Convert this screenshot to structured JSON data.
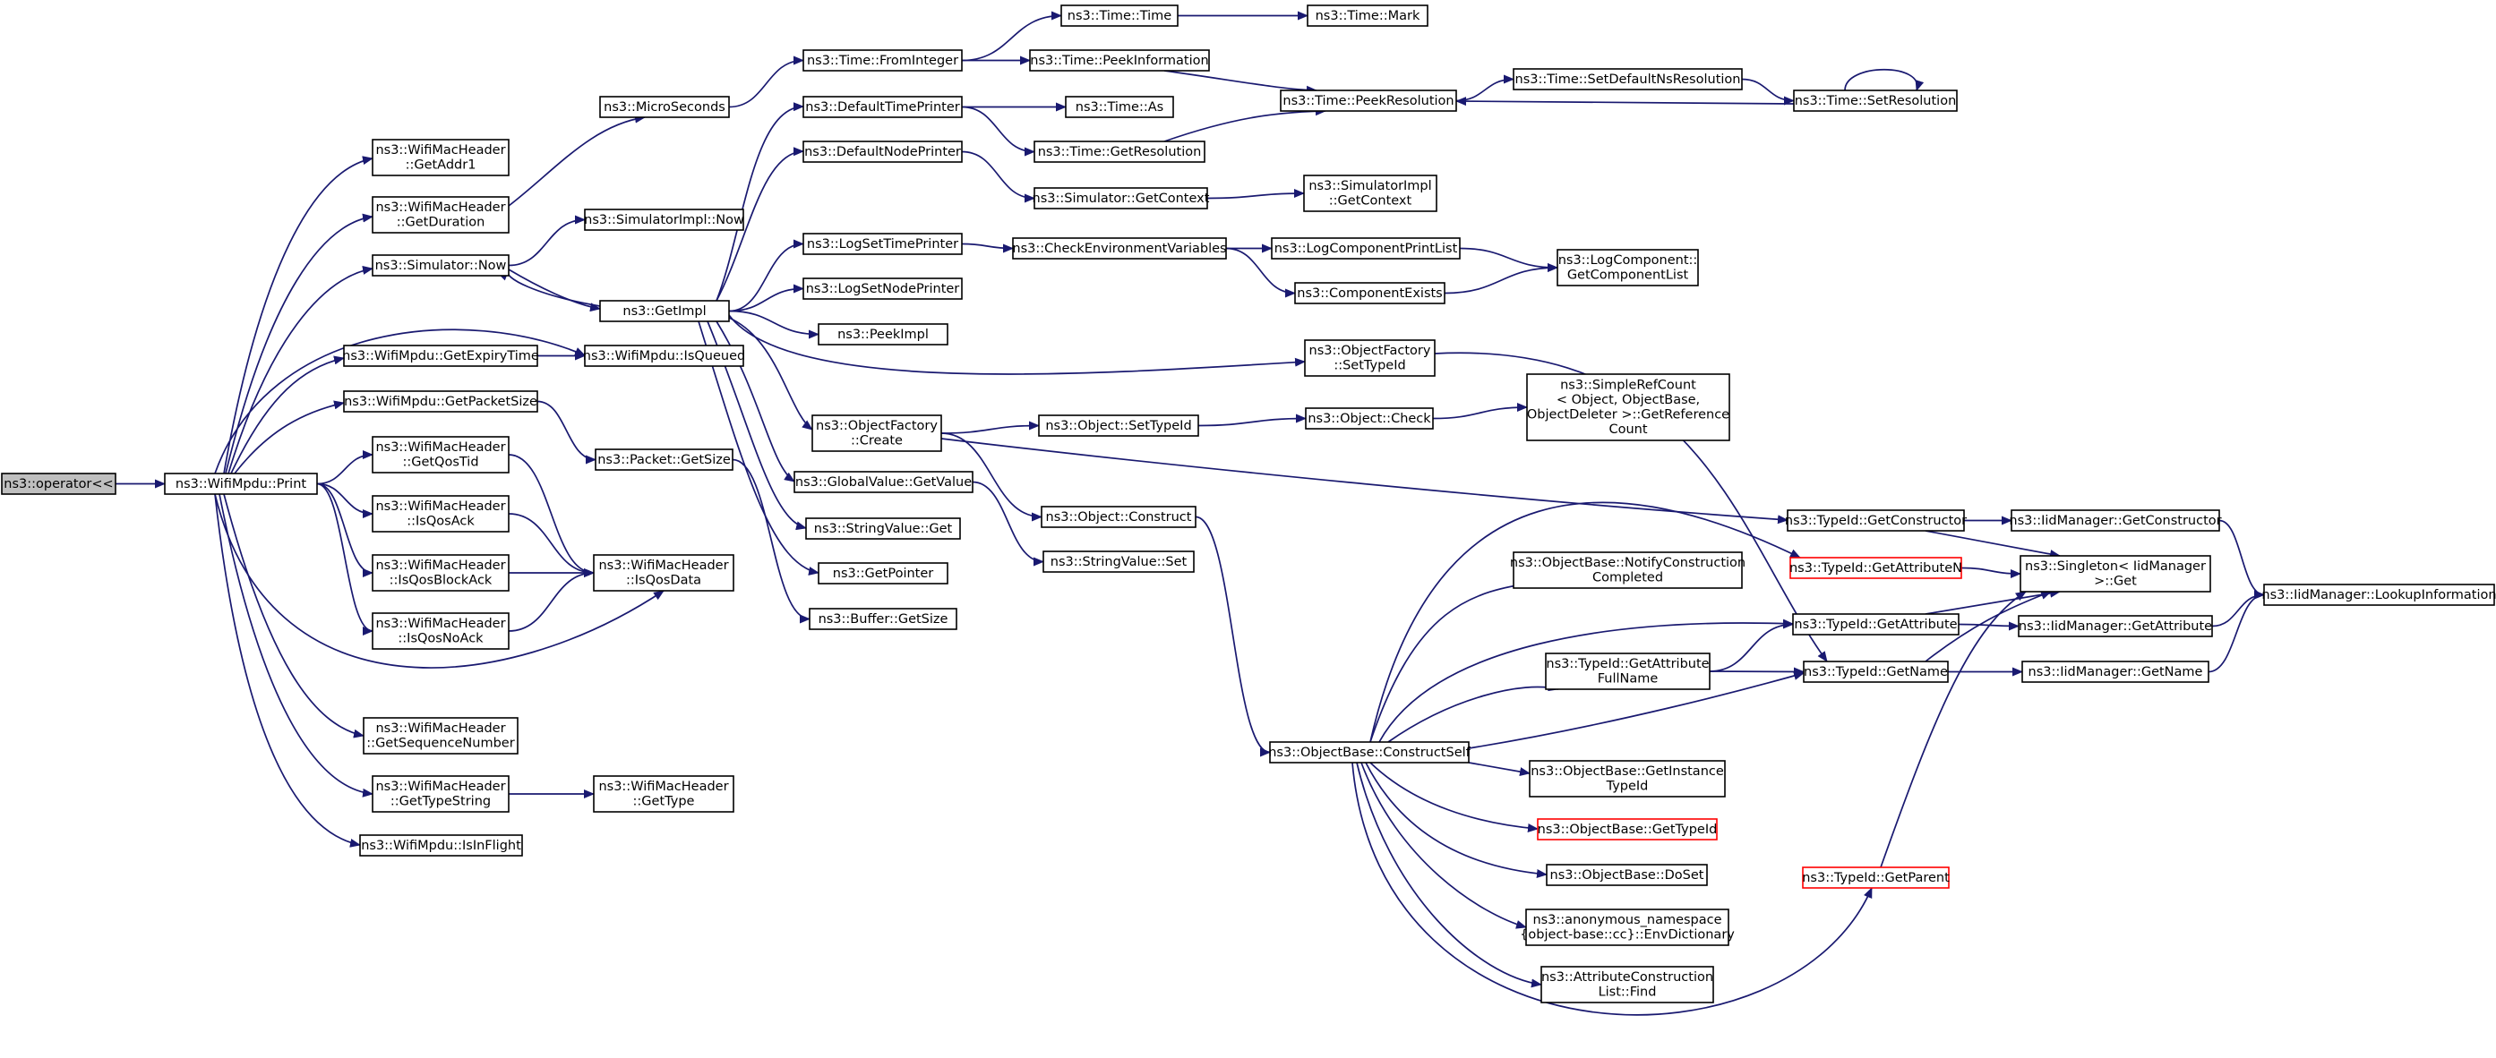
{
  "colors": {
    "edge": "#191970",
    "root_fill": "#bfbfbf",
    "red_border": "#ff0000"
  },
  "nodes": [
    {
      "id": "op",
      "lines": [
        "ns3::operator<<"
      ],
      "style": "root"
    },
    {
      "id": "print",
      "lines": [
        "ns3::WifiMpdu::Print"
      ]
    },
    {
      "id": "getaddr1",
      "lines": [
        "ns3::WifiMacHeader",
        "::GetAddr1"
      ]
    },
    {
      "id": "getdur",
      "lines": [
        "ns3::WifiMacHeader",
        "::GetDuration"
      ]
    },
    {
      "id": "simnow",
      "lines": [
        "ns3::Simulator::Now"
      ]
    },
    {
      "id": "expiry",
      "lines": [
        "ns3::WifiMpdu::GetExpiryTime"
      ]
    },
    {
      "id": "pktsize",
      "lines": [
        "ns3::WifiMpdu::GetPacketSize"
      ]
    },
    {
      "id": "qostid",
      "lines": [
        "ns3::WifiMacHeader",
        "::GetQosTid"
      ]
    },
    {
      "id": "isqosack",
      "lines": [
        "ns3::WifiMacHeader",
        "::IsQosAck"
      ]
    },
    {
      "id": "isqosblock",
      "lines": [
        "ns3::WifiMacHeader",
        "::IsQosBlockAck"
      ]
    },
    {
      "id": "isqosnoack",
      "lines": [
        "ns3::WifiMacHeader",
        "::IsQosNoAck"
      ]
    },
    {
      "id": "seqnum",
      "lines": [
        "ns3::WifiMacHeader",
        "::GetSequenceNumber"
      ]
    },
    {
      "id": "typestr",
      "lines": [
        "ns3::WifiMacHeader",
        "::GetTypeString"
      ]
    },
    {
      "id": "inflight",
      "lines": [
        "ns3::WifiMpdu::IsInFlight"
      ]
    },
    {
      "id": "micro",
      "lines": [
        "ns3::MicroSeconds"
      ]
    },
    {
      "id": "simimplnow",
      "lines": [
        "ns3::SimulatorImpl::Now"
      ]
    },
    {
      "id": "getimpl",
      "lines": [
        "ns3::GetImpl"
      ]
    },
    {
      "id": "isqueued",
      "lines": [
        "ns3::WifiMpdu::IsQueued"
      ]
    },
    {
      "id": "pktgetsize",
      "lines": [
        "ns3::Packet::GetSize"
      ]
    },
    {
      "id": "isqosdata",
      "lines": [
        "ns3::WifiMacHeader",
        "::IsQosData"
      ]
    },
    {
      "id": "gettype",
      "lines": [
        "ns3::WifiMacHeader",
        "::GetType"
      ]
    },
    {
      "id": "frominteger",
      "lines": [
        "ns3::Time::FromInteger"
      ]
    },
    {
      "id": "deftimeprinter",
      "lines": [
        "ns3::DefaultTimePrinter"
      ]
    },
    {
      "id": "defnodeprinter",
      "lines": [
        "ns3::DefaultNodePrinter"
      ]
    },
    {
      "id": "logsettime",
      "lines": [
        "ns3::LogSetTimePrinter"
      ]
    },
    {
      "id": "logsetnode",
      "lines": [
        "ns3::LogSetNodePrinter"
      ]
    },
    {
      "id": "peekimpl",
      "lines": [
        "ns3::PeekImpl"
      ]
    },
    {
      "id": "ofcreate",
      "lines": [
        "ns3::ObjectFactory",
        "::Create"
      ]
    },
    {
      "id": "gvgetvalue",
      "lines": [
        "ns3::GlobalValue::GetValue"
      ]
    },
    {
      "id": "strvalget",
      "lines": [
        "ns3::StringValue::Get"
      ]
    },
    {
      "id": "getpointer",
      "lines": [
        "ns3::GetPointer"
      ]
    },
    {
      "id": "buffersize",
      "lines": [
        "ns3::Buffer::GetSize"
      ]
    },
    {
      "id": "timetime",
      "lines": [
        "ns3::Time::Time"
      ]
    },
    {
      "id": "peekinfo",
      "lines": [
        "ns3::Time::PeekInformation"
      ]
    },
    {
      "id": "timeas",
      "lines": [
        "ns3::Time::As"
      ]
    },
    {
      "id": "getres",
      "lines": [
        "ns3::Time::GetResolution"
      ]
    },
    {
      "id": "simgetctx",
      "lines": [
        "ns3::Simulator::GetContext"
      ]
    },
    {
      "id": "checkenv",
      "lines": [
        "ns3::CheckEnvironmentVariables"
      ]
    },
    {
      "id": "objsettypeid",
      "lines": [
        "ns3::Object::SetTypeId"
      ]
    },
    {
      "id": "objconstruct",
      "lines": [
        "ns3::Object::Construct"
      ]
    },
    {
      "id": "strvalset",
      "lines": [
        "ns3::StringValue::Set"
      ]
    },
    {
      "id": "timemark",
      "lines": [
        "ns3::Time::Mark"
      ]
    },
    {
      "id": "peekres",
      "lines": [
        "ns3::Time::PeekResolution"
      ]
    },
    {
      "id": "simimplctx",
      "lines": [
        "ns3::SimulatorImpl",
        "::GetContext"
      ]
    },
    {
      "id": "logcompprint",
      "lines": [
        "ns3::LogComponentPrintList"
      ]
    },
    {
      "id": "compexists",
      "lines": [
        "ns3::ComponentExists"
      ]
    },
    {
      "id": "ofsettypeid",
      "lines": [
        "ns3::ObjectFactory",
        "::SetTypeId"
      ]
    },
    {
      "id": "objcheck",
      "lines": [
        "ns3::Object::Check"
      ]
    },
    {
      "id": "objbaseconstruct",
      "lines": [
        "ns3::ObjectBase::ConstructSelf"
      ]
    },
    {
      "id": "setdefns",
      "lines": [
        "ns3::Time::SetDefaultNsResolution"
      ]
    },
    {
      "id": "logcomplist",
      "lines": [
        "ns3::LogComponent::",
        "GetComponentList"
      ]
    },
    {
      "id": "refcount",
      "lines": [
        "ns3::SimpleRefCount",
        "< Object, ObjectBase,",
        "ObjectDeleter >::GetReference",
        "Count"
      ]
    },
    {
      "id": "notifycc",
      "lines": [
        "ns3::ObjectBase::NotifyConstruction",
        "Completed"
      ]
    },
    {
      "id": "attrfull",
      "lines": [
        "ns3::TypeId::GetAttribute",
        "FullName"
      ]
    },
    {
      "id": "getinsttypeid",
      "lines": [
        "ns3::ObjectBase::GetInstance",
        "TypeId"
      ]
    },
    {
      "id": "obgettypeid",
      "lines": [
        "ns3::ObjectBase::GetTypeId"
      ],
      "style": "red"
    },
    {
      "id": "doset",
      "lines": [
        "ns3::ObjectBase::DoSet"
      ]
    },
    {
      "id": "envdict",
      "lines": [
        "ns3::anonymous_namespace",
        "{object-base::cc}::EnvDictionary"
      ]
    },
    {
      "id": "attrconsfind",
      "lines": [
        "ns3::AttributeConstruction",
        "List::Find"
      ]
    },
    {
      "id": "setres",
      "lines": [
        "ns3::Time::SetResolution"
      ]
    },
    {
      "id": "tidgetctor",
      "lines": [
        "ns3::TypeId::GetConstructor"
      ]
    },
    {
      "id": "tidgetattrn",
      "lines": [
        "ns3::TypeId::GetAttributeN"
      ],
      "style": "red"
    },
    {
      "id": "tidgetattr",
      "lines": [
        "ns3::TypeId::GetAttribute"
      ]
    },
    {
      "id": "tidgetname",
      "lines": [
        "ns3::TypeId::GetName"
      ]
    },
    {
      "id": "tidgetparent",
      "lines": [
        "ns3::TypeId::GetParent"
      ],
      "style": "red"
    },
    {
      "id": "iidgetctor",
      "lines": [
        "ns3::IidManager::GetConstructor"
      ]
    },
    {
      "id": "singleton",
      "lines": [
        "ns3::Singleton< IidManager",
        ">::Get"
      ]
    },
    {
      "id": "iidgetattr",
      "lines": [
        "ns3::IidManager::GetAttribute"
      ]
    },
    {
      "id": "iidgetname",
      "lines": [
        "ns3::IidManager::GetName"
      ]
    },
    {
      "id": "iidlookup",
      "lines": [
        "ns3::IidManager::LookupInformation"
      ]
    }
  ],
  "edges": [
    [
      "op",
      "print"
    ],
    [
      "print",
      "getaddr1"
    ],
    [
      "print",
      "getdur"
    ],
    [
      "print",
      "simnow"
    ],
    [
      "print",
      "expiry"
    ],
    [
      "print",
      "isqueued"
    ],
    [
      "print",
      "pktsize"
    ],
    [
      "print",
      "qostid"
    ],
    [
      "print",
      "isqosack"
    ],
    [
      "print",
      "isqosblock"
    ],
    [
      "print",
      "isqosnoack"
    ],
    [
      "print",
      "isqosdata"
    ],
    [
      "print",
      "seqnum"
    ],
    [
      "print",
      "typestr"
    ],
    [
      "print",
      "inflight"
    ],
    [
      "getdur",
      "micro"
    ],
    [
      "micro",
      "frominteger"
    ],
    [
      "simnow",
      "simimplnow"
    ],
    [
      "simnow",
      "getimpl"
    ],
    [
      "getimpl",
      "simnow"
    ],
    [
      "getimpl",
      "deftimeprinter"
    ],
    [
      "getimpl",
      "defnodeprinter"
    ],
    [
      "getimpl",
      "logsettime"
    ],
    [
      "getimpl",
      "logsetnode"
    ],
    [
      "getimpl",
      "peekimpl"
    ],
    [
      "getimpl",
      "ofsettypeid"
    ],
    [
      "getimpl",
      "ofcreate"
    ],
    [
      "getimpl",
      "gvgetvalue"
    ],
    [
      "getimpl",
      "strvalget"
    ],
    [
      "getimpl",
      "getpointer"
    ],
    [
      "expiry",
      "isqueued"
    ],
    [
      "pktsize",
      "pktgetsize"
    ],
    [
      "pktgetsize",
      "buffersize"
    ],
    [
      "qostid",
      "isqosdata"
    ],
    [
      "isqosack",
      "isqosdata"
    ],
    [
      "isqosblock",
      "isqosdata"
    ],
    [
      "isqosnoack",
      "isqosdata"
    ],
    [
      "typestr",
      "gettype"
    ],
    [
      "frominteger",
      "timetime"
    ],
    [
      "frominteger",
      "peekinfo"
    ],
    [
      "timetime",
      "timemark"
    ],
    [
      "peekinfo",
      "peekres"
    ],
    [
      "deftimeprinter",
      "timeas"
    ],
    [
      "deftimeprinter",
      "getres"
    ],
    [
      "getres",
      "peekres"
    ],
    [
      "defnodeprinter",
      "simgetctx"
    ],
    [
      "simgetctx",
      "simimplctx"
    ],
    [
      "logsettime",
      "checkenv"
    ],
    [
      "checkenv",
      "logcompprint"
    ],
    [
      "checkenv",
      "compexists"
    ],
    [
      "logcompprint",
      "logcomplist"
    ],
    [
      "compexists",
      "logcomplist"
    ],
    [
      "ofcreate",
      "objsettypeid"
    ],
    [
      "ofcreate",
      "objconstruct"
    ],
    [
      "ofcreate",
      "tidgetctor"
    ],
    [
      "objsettypeid",
      "objcheck"
    ],
    [
      "objcheck",
      "refcount"
    ],
    [
      "gvgetvalue",
      "strvalset"
    ],
    [
      "objconstruct",
      "objbaseconstruct"
    ],
    [
      "ofsettypeid",
      "tidgetname"
    ],
    [
      "peekres",
      "setdefns"
    ],
    [
      "setdefns",
      "setres"
    ],
    [
      "setres",
      "peekres"
    ],
    [
      "setres",
      "setres"
    ],
    [
      "tidgetctor",
      "iidgetctor"
    ],
    [
      "tidgetctor",
      "singleton"
    ],
    [
      "iidgetctor",
      "iidlookup"
    ],
    [
      "tidgetattrn",
      "singleton"
    ],
    [
      "tidgetattr",
      "singleton"
    ],
    [
      "tidgetattr",
      "iidgetattr"
    ],
    [
      "iidgetattr",
      "iidlookup"
    ],
    [
      "tidgetname",
      "singleton"
    ],
    [
      "tidgetname",
      "iidgetname"
    ],
    [
      "iidgetname",
      "iidlookup"
    ],
    [
      "tidgetparent",
      "singleton"
    ],
    [
      "attrfull",
      "tidgetattr"
    ],
    [
      "attrfull",
      "tidgetname"
    ],
    [
      "objbaseconstruct",
      "tidgetattrn"
    ],
    [
      "objbaseconstruct",
      "notifycc"
    ],
    [
      "objbaseconstruct",
      "tidgetattr"
    ],
    [
      "objbaseconstruct",
      "attrfull"
    ],
    [
      "objbaseconstruct",
      "tidgetname"
    ],
    [
      "objbaseconstruct",
      "getinsttypeid"
    ],
    [
      "objbaseconstruct",
      "obgettypeid"
    ],
    [
      "objbaseconstruct",
      "doset"
    ],
    [
      "objbaseconstruct",
      "envdict"
    ],
    [
      "objbaseconstruct",
      "attrconsfind"
    ],
    [
      "objbaseconstruct",
      "tidgetparent"
    ]
  ]
}
